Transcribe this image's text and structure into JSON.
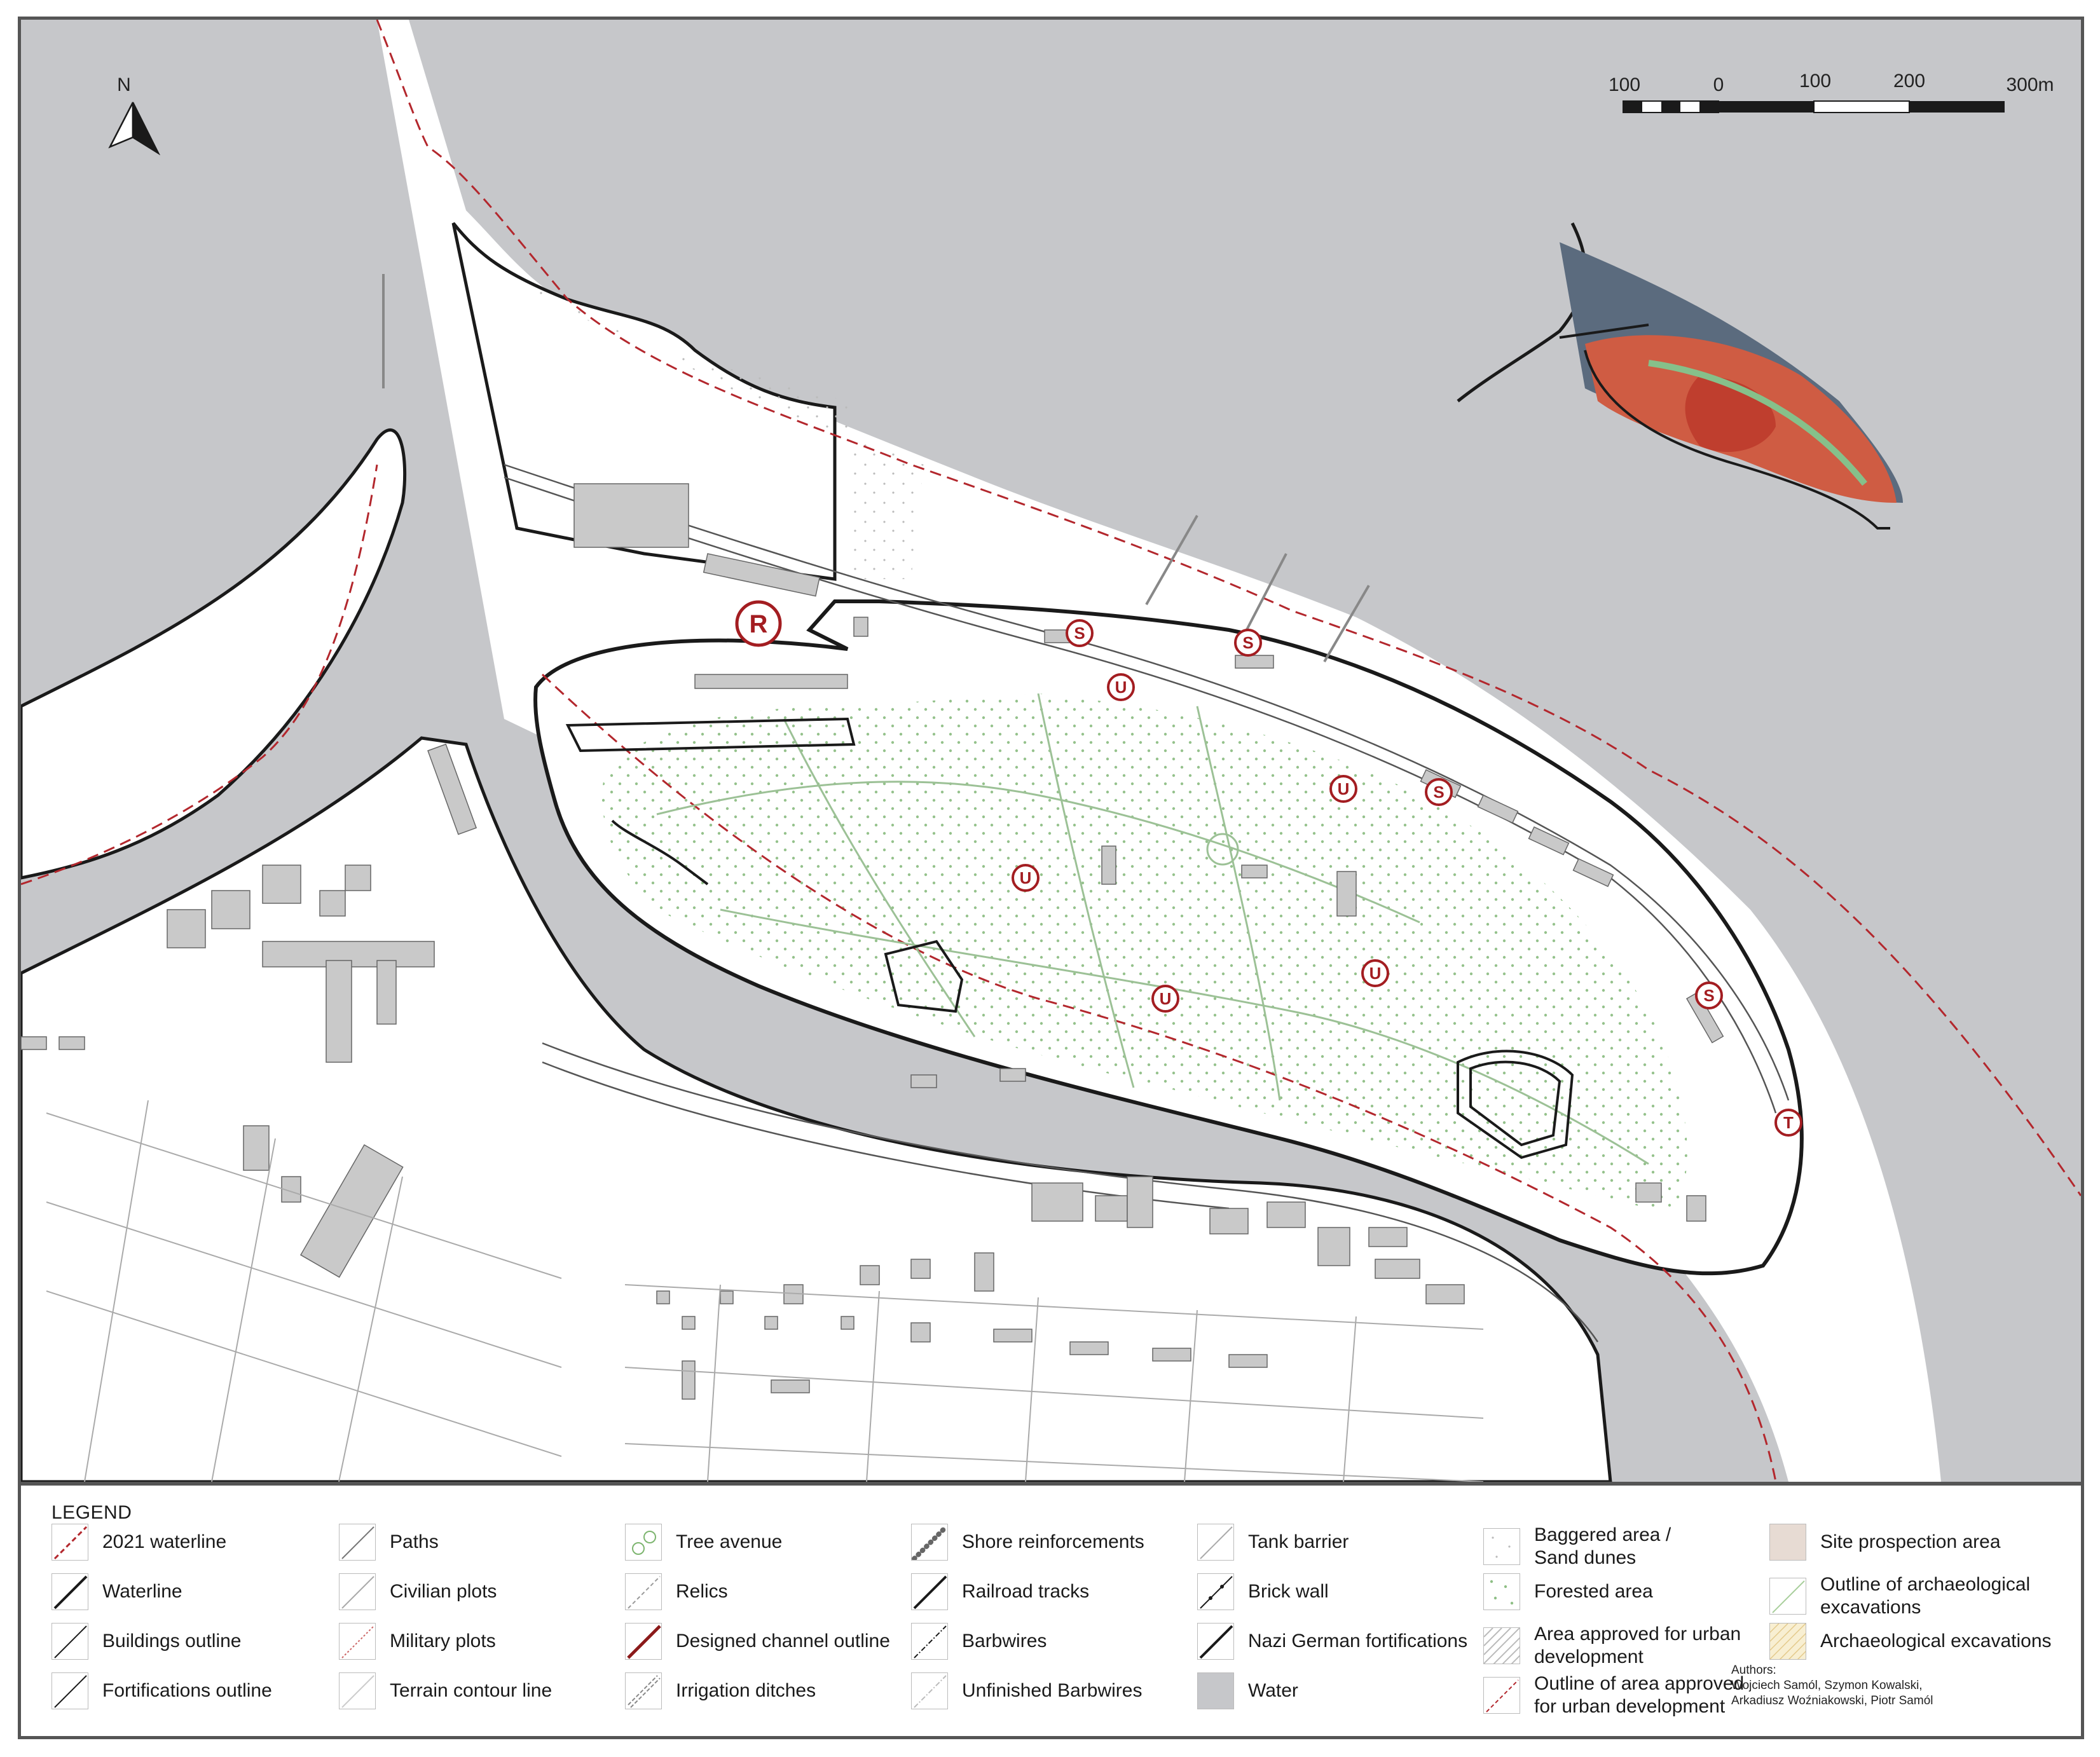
{
  "map": {
    "north_label": "N",
    "scale": {
      "labels": [
        "100",
        "0",
        "100",
        "200",
        "300m"
      ]
    },
    "markers": [
      {
        "letter": "R"
      },
      {
        "letter": "S"
      },
      {
        "letter": "S"
      },
      {
        "letter": "S"
      },
      {
        "letter": "S"
      },
      {
        "letter": "U"
      },
      {
        "letter": "U"
      },
      {
        "letter": "U"
      },
      {
        "letter": "U"
      },
      {
        "letter": "U"
      },
      {
        "letter": "T"
      }
    ],
    "colors": {
      "water": "#c6c7ca",
      "land": "#ffffff",
      "waterline": "#1a1a1a",
      "waterline_2021": "#b3272d",
      "forest_dots": "#8fbf86",
      "paths": "#9cc196",
      "buildings": "#c9c9c9",
      "marker": "#a31d21",
      "inset_blue": "#5b6b7e",
      "inset_red": "#cf5c43",
      "inset_dark_red": "#bf3e2e",
      "inset_green": "#86c08a"
    }
  },
  "legend": {
    "title": "LEGEND",
    "items": [
      {
        "label": "2021 waterline",
        "icon": "dashed-red-line-icon"
      },
      {
        "label": "Waterline",
        "icon": "black-line-icon"
      },
      {
        "label": "Buildings outline",
        "icon": "thin-black-line-icon"
      },
      {
        "label": "Fortifications outline",
        "icon": "thin-black-line-icon"
      },
      {
        "label": "Paths",
        "icon": "grey-line-icon"
      },
      {
        "label": "Civilian plots",
        "icon": "light-grey-line-icon"
      },
      {
        "label": "Military plots",
        "icon": "red-dotted-line-icon"
      },
      {
        "label": "Terrain contour line",
        "icon": "light-line-icon"
      },
      {
        "label": "Tree avenue",
        "icon": "tree-circles-icon"
      },
      {
        "label": "Relics",
        "icon": "grey-dashed-line-icon"
      },
      {
        "label": "Designed channel outline",
        "icon": "dark-red-line-icon"
      },
      {
        "label": "Irrigation ditches",
        "icon": "double-dashed-line-icon"
      },
      {
        "label": "Shore reinforcements",
        "icon": "dotted-chain-icon"
      },
      {
        "label": "Railroad tracks",
        "icon": "black-line-icon"
      },
      {
        "label": "Barbwires",
        "icon": "dash-dot-line-icon"
      },
      {
        "label": "Unfinished Barbwires",
        "icon": "light-dash-line-icon"
      },
      {
        "label": "Tank barrier",
        "icon": "light-grey-line-icon"
      },
      {
        "label": "Brick wall",
        "icon": "line-dots-icon"
      },
      {
        "label": "Nazi German fortifications",
        "icon": "black-line-icon"
      },
      {
        "label": "Water",
        "icon": "grey-fill-icon"
      },
      {
        "label": "Baggered area /\nSand dunes",
        "icon": "sparse-dots-icon"
      },
      {
        "label": "Forested area",
        "icon": "green-dots-icon"
      },
      {
        "label": "Area approved for urban\ndevelopment",
        "icon": "hatched-icon"
      },
      {
        "label": "Outline of area approved\nfor urban development",
        "icon": "red-dashed-line-icon"
      },
      {
        "label": "Site prospection area",
        "icon": "beige-fill-icon"
      },
      {
        "label": "Outline of archaeological\nexcavations",
        "icon": "green-line-icon"
      },
      {
        "label": "Archaeological excavations",
        "icon": "yellow-hatched-icon"
      }
    ],
    "authors": "Authors:\nWojciech Samól, Szymon Kowalski,\nArkadiusz Woźniakowski, Piotr Samól"
  }
}
